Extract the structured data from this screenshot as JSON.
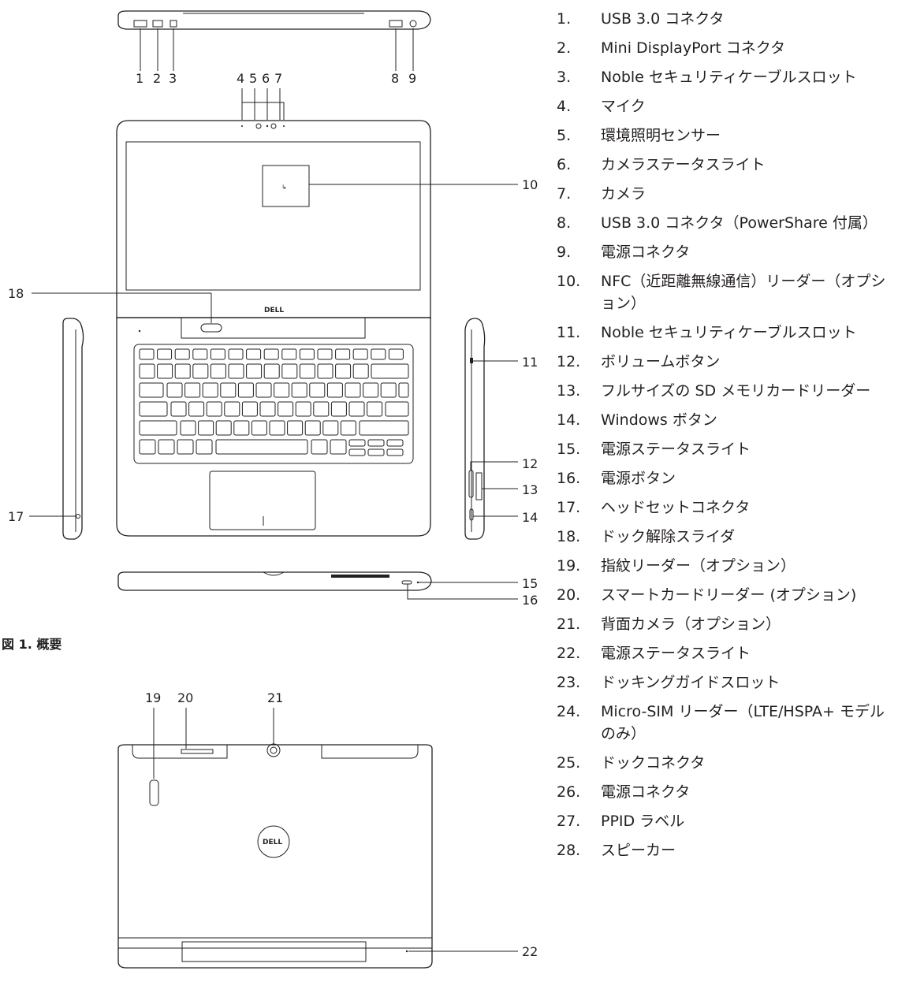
{
  "figure_caption": "図 1. 概要",
  "brand_logo": "DELL",
  "callouts": {
    "c1": "1",
    "c2": "2",
    "c3": "3",
    "c4": "4",
    "c5": "5",
    "c6": "6",
    "c7": "7",
    "c8": "8",
    "c9": "9",
    "c10": "10",
    "c11": "11",
    "c12": "12",
    "c13": "13",
    "c14": "14",
    "c15": "15",
    "c16": "16",
    "c17": "17",
    "c18": "18",
    "c19": "19",
    "c20": "20",
    "c21": "21",
    "c22": "22"
  },
  "legend": [
    {
      "num": "1.",
      "text": "USB 3.0 コネクタ"
    },
    {
      "num": "2.",
      "text": "Mini DisplayPort コネクタ"
    },
    {
      "num": "3.",
      "text": "Noble セキュリティケーブルスロット"
    },
    {
      "num": "4.",
      "text": "マイク"
    },
    {
      "num": "5.",
      "text": "環境照明センサー"
    },
    {
      "num": "6.",
      "text": "カメラステータスライト"
    },
    {
      "num": "7.",
      "text": "カメラ"
    },
    {
      "num": "8.",
      "text": "USB 3.0 コネクタ（PowerShare 付属）"
    },
    {
      "num": "9.",
      "text": "電源コネクタ"
    },
    {
      "num": "10.",
      "text": "NFC（近距離無線通信）リーダー（オプション）"
    },
    {
      "num": "11.",
      "text": "Noble セキュリティケーブルスロット"
    },
    {
      "num": "12.",
      "text": "ボリュームボタン"
    },
    {
      "num": "13.",
      "text": "フルサイズの SD メモリカードリーダー"
    },
    {
      "num": "14.",
      "text": "Windows ボタン"
    },
    {
      "num": "15.",
      "text": "電源ステータスライト"
    },
    {
      "num": "16.",
      "text": "電源ボタン"
    },
    {
      "num": "17.",
      "text": "ヘッドセットコネクタ"
    },
    {
      "num": "18.",
      "text": "ドック解除スライダ"
    },
    {
      "num": "19.",
      "text": "指紋リーダー（オプション）"
    },
    {
      "num": "20.",
      "text": "スマートカードリーダー (オプション)"
    },
    {
      "num": "21.",
      "text": "背面カメラ（オプション）"
    },
    {
      "num": "22.",
      "text": "電源ステータスライト"
    },
    {
      "num": "23.",
      "text": "ドッキングガイドスロット"
    },
    {
      "num": "24.",
      "text": "Micro-SIM リーダー（LTE/HSPA+ モデルのみ）"
    },
    {
      "num": "25.",
      "text": "ドックコネクタ"
    },
    {
      "num": "26.",
      "text": "電源コネクタ"
    },
    {
      "num": "27.",
      "text": "PPID ラベル"
    },
    {
      "num": "28.",
      "text": "スピーカー"
    }
  ]
}
